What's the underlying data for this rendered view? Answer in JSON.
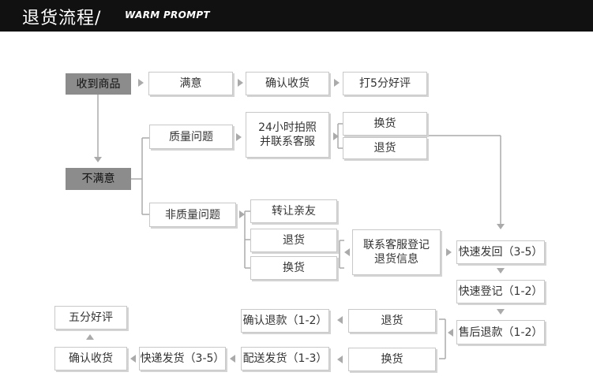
{
  "header": {
    "title": "退货流程/",
    "subtitle": "WARM PROMPT"
  },
  "nodes": {
    "received": "收到商品",
    "satisfied": "满意",
    "confirm_receipt_top": "确认收货",
    "five_star_top": "打5分好评",
    "unsatisfied": "不满意",
    "quality_issue": "质量问题",
    "photo_contact_line1": "24小时拍照",
    "photo_contact_line2": "并联系客服",
    "exchange_top": "换货",
    "return_top": "退货",
    "non_quality_issue": "非质量问题",
    "transfer_friend": "转让亲友",
    "return_mid": "退货",
    "exchange_mid": "换货",
    "register_line1": "联系客服登记",
    "register_line2": "退货信息",
    "express_return": "快速发回（3-5）",
    "express_register": "快速登记（1-2）",
    "after_sale_refund": "售后退款（1-2）",
    "return_bottom": "退货",
    "confirm_refund": "确认退款（1-2）",
    "exchange_bottom": "换货",
    "delivery_ship": "配送发货（1-3）",
    "express_ship": "快递发货（3-5）",
    "confirm_receipt_bottom": "确认收货",
    "five_star_bottom": "五分好评"
  },
  "colors": {
    "header_bg": "#111111",
    "box_border": "#c8c8c8",
    "dark_box": "#8c8c8c",
    "arrow": "#aaaaaa"
  }
}
